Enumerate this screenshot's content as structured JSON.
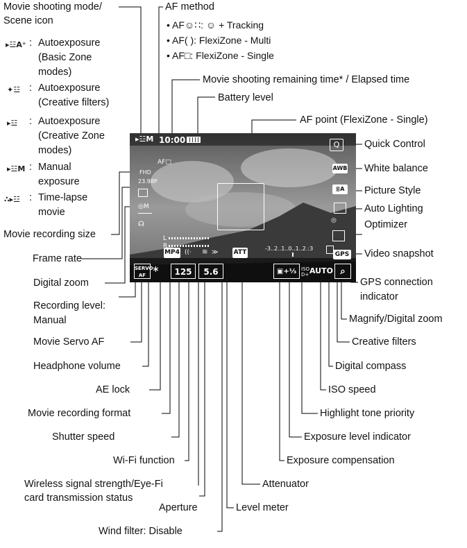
{
  "labels": {
    "movie_shooting_mode": "Movie shooting mode/",
    "scene_icon": "Scene icon",
    "af_method": "AF method",
    "af_face_tracking": "• AF☺∷: ☺ + Tracking",
    "af_flexizone_multi": "• AF( ): FlexiZone - Multi",
    "af_flexizone_single": "• AF□: FlexiZone - Single",
    "remaining_time": "Movie shooting remaining time* / Elapsed time",
    "battery_level": "Battery level",
    "af_point": "AF point (FlexiZone - Single)",
    "quick_control": "Quick Control",
    "white_balance": "White balance",
    "picture_style": "Picture Style",
    "auto_lighting_1": "Auto Lighting",
    "auto_lighting_2": "Optimizer",
    "video_snapshot": "Video snapshot",
    "gps_1": "GPS connection",
    "gps_2": "indicator",
    "magnify": "Magnify/Digital zoom",
    "creative_filters": "Creative filters",
    "digital_compass": "Digital compass",
    "iso_speed": "ISO speed",
    "highlight_tone": "Highlight tone priority",
    "exposure_level": "Exposure level indicator",
    "exposure_comp": "Exposure compensation",
    "attenuator": "Attenuator",
    "level_meter": "Level meter",
    "wind_filter": "Wind filter: Disable",
    "aperture": "Aperture",
    "wireless_1": "Wireless signal strength/Eye-Fi",
    "wireless_2": "card transmission status",
    "wifi": "Wi-Fi function",
    "shutter_speed": "Shutter speed",
    "recording_format": "Movie recording format",
    "ae_lock": "AE lock",
    "headphone_volume": "Headphone volume",
    "movie_servo_af": "Movie Servo AF",
    "recording_level_1": "Recording level:",
    "recording_level_2": "Manual",
    "digital_zoom": "Digital zoom",
    "frame_rate": "Frame rate",
    "recording_size": "Movie recording size"
  },
  "modes": [
    {
      "icon": "▸☳A⁺",
      "sep": ":",
      "line1": "Autoexposure",
      "line2": "(Basic Zone",
      "line3": "modes)"
    },
    {
      "icon": "✦☳",
      "sep": ":",
      "line1": "Autoexposure",
      "line2": "(Creative filters)"
    },
    {
      "icon": "▸☳",
      "sep": ":",
      "line1": "Autoexposure",
      "line2": "(Creative Zone",
      "line3": "modes)"
    },
    {
      "icon": "▸☳M",
      "sep": ":",
      "line1": "Manual",
      "line2": "exposure"
    },
    {
      "icon": "∴▸☳",
      "sep": ":",
      "line1": "Time-lapse",
      "line2": "movie"
    }
  ],
  "screen": {
    "mode": "▸☳M",
    "time": "10:00",
    "af": "AF□",
    "q": "Q",
    "awb": "AWB",
    "style": "≣A",
    "format": "MP4",
    "shutter": "125",
    "aperture": "5.6",
    "att": "ATT",
    "iso": "AUTO",
    "gps": "GPS",
    "servo": "SERVO AF",
    "fhd": "FHD",
    "fps": "23.98P",
    "scale": "-3..2..1..0..1..2.:3",
    "expcomp": "▣+⅓",
    "magnify": "⌕",
    "lr_left": "L",
    "lr_right": "R"
  }
}
